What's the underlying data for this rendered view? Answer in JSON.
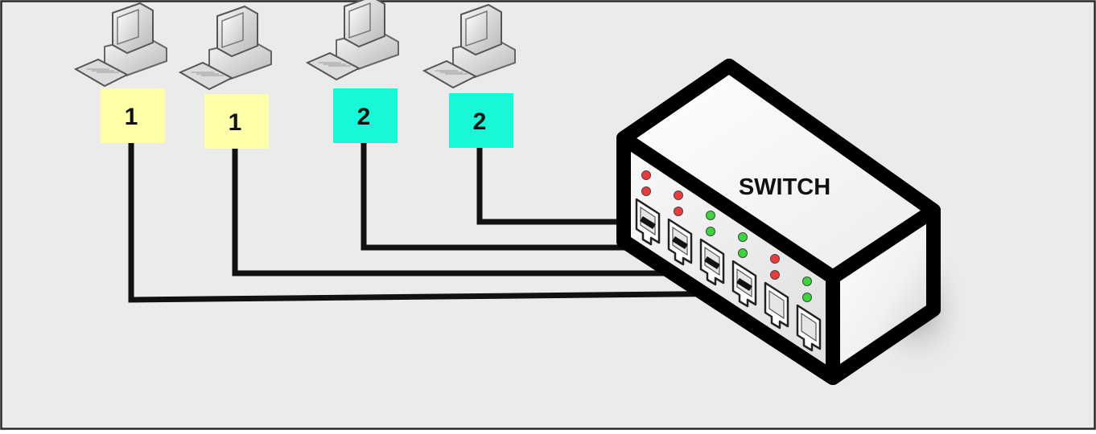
{
  "colors": {
    "background": "#ebebeb",
    "border": "#2a2a2a",
    "cable": "#111111",
    "label_group_1": "#ffffa8",
    "label_group_2": "#17f8d8",
    "led_red": "#ee3a3a",
    "led_green": "#3ad63a"
  },
  "computers": [
    {
      "label": "1",
      "group": 1
    },
    {
      "label": "1",
      "group": 1
    },
    {
      "label": "2",
      "group": 2
    },
    {
      "label": "2",
      "group": 2
    }
  ],
  "switch": {
    "label": "SWITCH",
    "ports": [
      {
        "led": "red"
      },
      {
        "led": "red"
      },
      {
        "led": "green"
      },
      {
        "led": "green"
      },
      {
        "led": "red"
      },
      {
        "led": "green"
      }
    ]
  },
  "connections": [
    {
      "from_computer": 0,
      "to_port": 3
    },
    {
      "from_computer": 1,
      "to_port": 2
    },
    {
      "from_computer": 2,
      "to_port": 1
    },
    {
      "from_computer": 3,
      "to_port": 0
    }
  ]
}
